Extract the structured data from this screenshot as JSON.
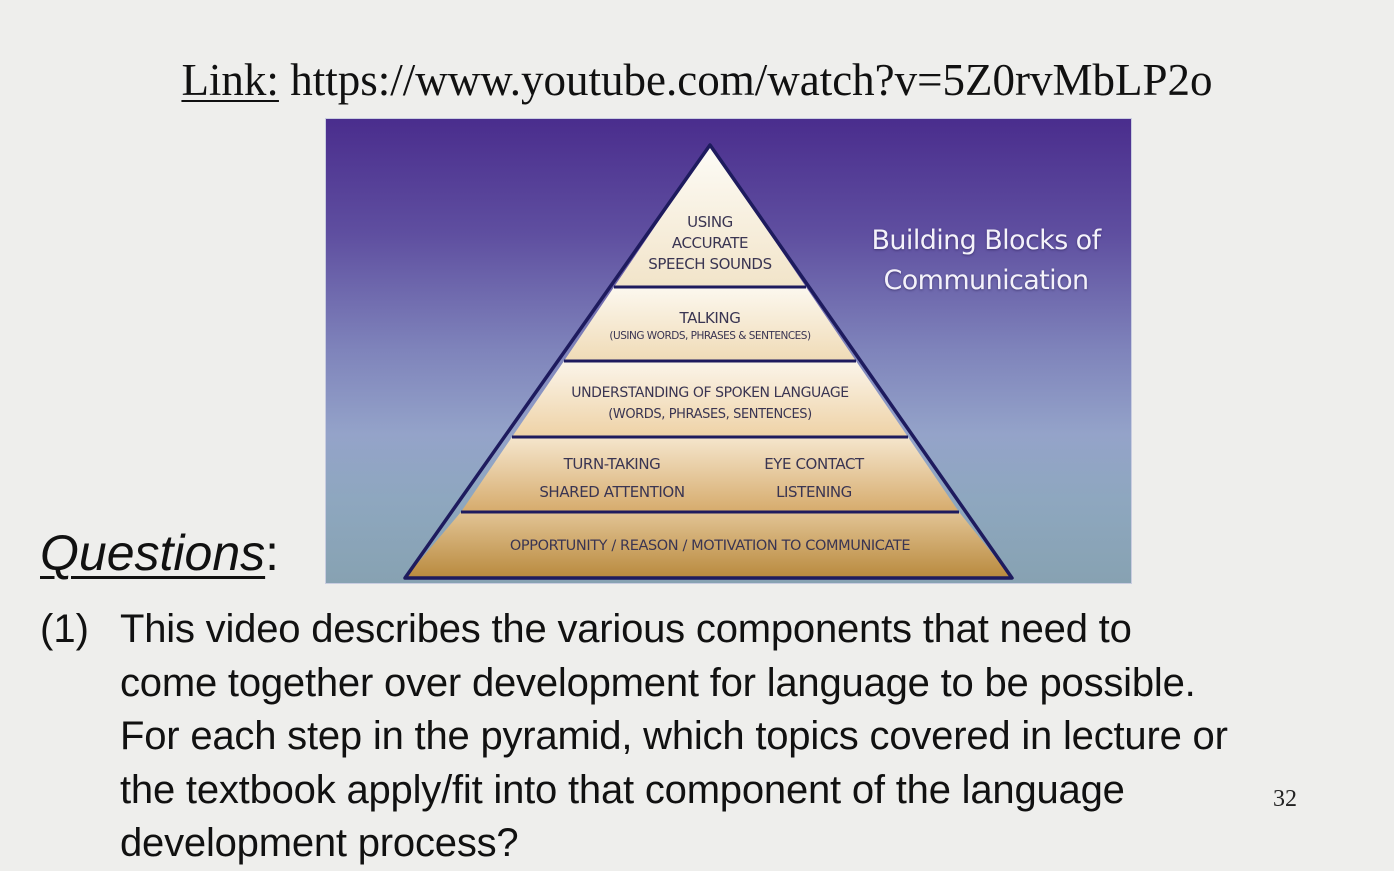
{
  "slide": {
    "link": {
      "label": "Link:",
      "url": "https://www.youtube.com/watch?v=5Z0rvMbLP2o"
    },
    "video_thumbnail": {
      "title_line1": "Building Blocks of",
      "title_line2": "Communication",
      "colors": {
        "bg_top": "#4a2d8d",
        "bg_mid": "#94a3c9",
        "bg_bottom": "#87a2b2",
        "outline": "#1e1b5e"
      },
      "pyramid": [
        {
          "level": 5,
          "lines": [
            "USING",
            "ACCURATE",
            "SPEECH SOUNDS"
          ]
        },
        {
          "level": 4,
          "lines": [
            "TALKING",
            "(USING WORDS, PHRASES & SENTENCES)"
          ]
        },
        {
          "level": 3,
          "lines": [
            "UNDERSTANDING OF SPOKEN LANGUAGE",
            "(WORDS, PHRASES, SENTENCES)"
          ]
        },
        {
          "level": 2,
          "left": [
            "TURN-TAKING",
            "SHARED ATTENTION"
          ],
          "right": [
            "EYE CONTACT",
            "LISTENING"
          ]
        },
        {
          "level": 1,
          "lines": [
            "OPPORTUNITY / REASON / MOTIVATION TO COMMUNICATE"
          ]
        }
      ]
    },
    "questions_heading": "Questions",
    "questions_colon": ":",
    "questions": [
      {
        "number": "(1)",
        "lines": [
          "This video describes the various components that need to",
          "come together over development for language to be possible.",
          "For each step in the pyramid, which topics covered in lecture or",
          "the textbook apply/fit into that component of the language",
          "development process?"
        ]
      }
    ],
    "page_number": "32"
  }
}
